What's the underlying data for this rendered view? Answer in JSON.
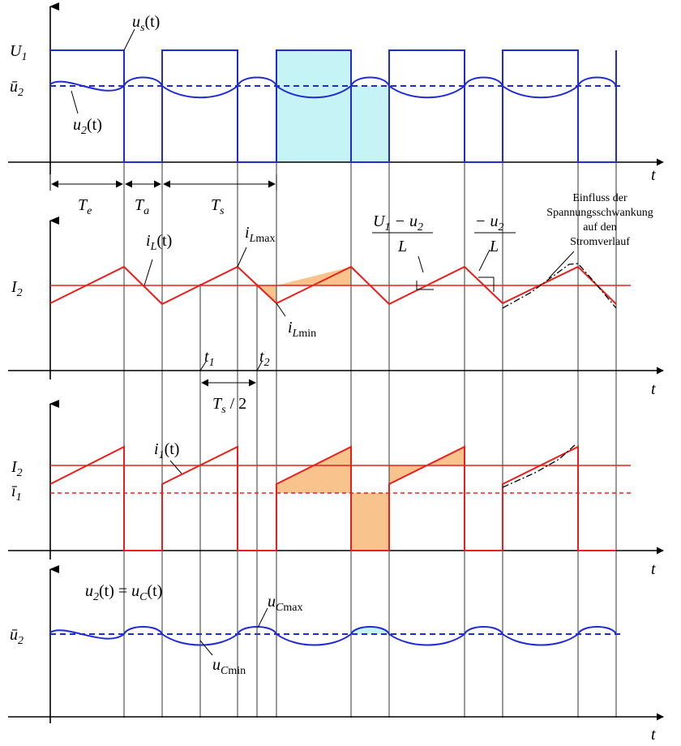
{
  "axis_labels": {
    "t": "t"
  },
  "panel1": {
    "us_label": {
      "main": "u",
      "sub": "s",
      "arg": "(t)"
    },
    "U1_label": {
      "main": "U",
      "sub": "1"
    },
    "u2bar_label": {
      "main": "ū",
      "sub": "2"
    },
    "u2_label": {
      "main": "u",
      "sub": "2",
      "arg": "(t)"
    },
    "Te_label": {
      "main": "T",
      "sub": "e"
    },
    "Ta_label": {
      "main": "T",
      "sub": "a"
    },
    "Ts_label": {
      "main": "T",
      "sub": "s"
    }
  },
  "panel2": {
    "I2_label": {
      "main": "I",
      "sub": "2"
    },
    "iL_label": {
      "main": "i",
      "sub": "L",
      "arg": "(t)"
    },
    "iLmax_label": {
      "main": "i",
      "sub": "L",
      "sub2": "max"
    },
    "iLmin_label": {
      "main": "i",
      "sub": "L",
      "sub2": "min"
    },
    "t1_label": {
      "main": "t",
      "sub": "1"
    },
    "t2_label": {
      "main": "t",
      "sub": "2"
    },
    "half_period_label": {
      "main": "T",
      "sub": "s",
      "rest": " / 2"
    },
    "slope_up": {
      "num_main": "U",
      "num_sub": "1",
      "num_mid": " − u",
      "num_sub2": "2",
      "den": "L"
    },
    "slope_down": {
      "num_main": "− u",
      "num_sub": "2",
      "den": "L"
    },
    "annotation": [
      "Einfluss der",
      "Spannungsschwankung",
      "auf den",
      "Stromverlauf"
    ]
  },
  "panel3": {
    "I2_label": {
      "main": "I",
      "sub": "2"
    },
    "i1bar_label": {
      "main": "ī",
      "sub": "1"
    },
    "i1_label": {
      "main": "i",
      "sub": "1",
      "arg": "(t)"
    }
  },
  "panel4": {
    "u2bar_label": {
      "main": "ū",
      "sub": "2"
    },
    "eq_label": {
      "a_main": "u",
      "a_sub": "2",
      "a_arg": "(t) = ",
      "b_main": "u",
      "b_sub": "C",
      "b_arg": "(t)"
    },
    "ucmax_label": {
      "main": "u",
      "sub": "C",
      "sub2": "max"
    },
    "ucmin_label": {
      "main": "u",
      "sub": "C",
      "sub2": "min"
    }
  },
  "colors": {
    "voltage": "#1f2bd6",
    "current": "#e8201c",
    "orange_fill": "#f9c38e",
    "cyan_fill": "#c5f3f6"
  }
}
